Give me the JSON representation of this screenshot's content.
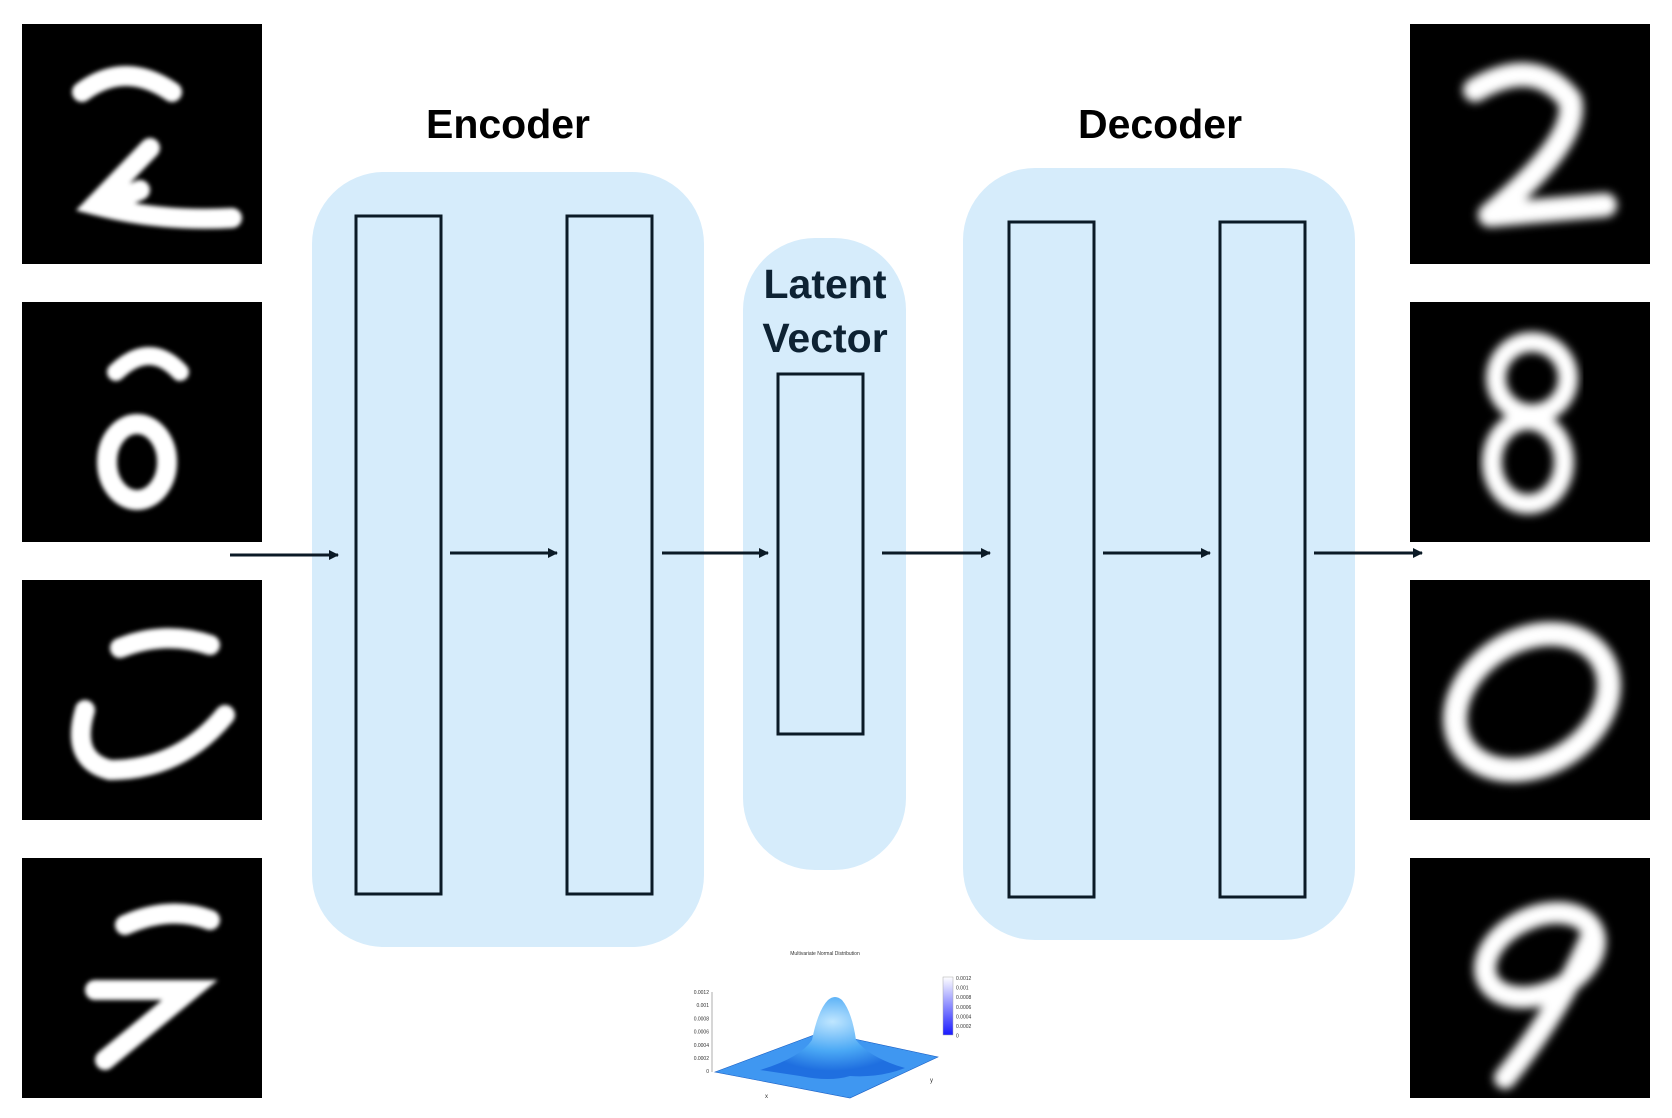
{
  "labels": {
    "encoder": "Encoder",
    "decoder": "Decoder",
    "latent_line1": "Latent",
    "latent_line2": "Vector"
  },
  "inputs": {
    "description": "noisy MNIST digits with an extra stroke above",
    "digits": [
      "2",
      "0",
      "5",
      "7"
    ]
  },
  "outputs": {
    "description": "reconstructed blurry MNIST digits",
    "digits": [
      "2",
      "8",
      "0",
      "9"
    ]
  },
  "distribution_plot": {
    "title": "Multivariate Normal Distribution",
    "z_ticks": [
      "0.0012",
      "0.001",
      "0.0008",
      "0.0006",
      "0.0004",
      "0.0002",
      "0"
    ],
    "colorbar_ticks": [
      "0.0012",
      "0.001",
      "0.0008",
      "0.0006",
      "0.0004",
      "0.0002",
      "0"
    ],
    "x_label": "x",
    "y_label": "y"
  },
  "colors": {
    "block_fill": "#d6ecfb",
    "layer_stroke": "#0b1a26",
    "arrow": "#0b1a26",
    "tile_bg": "#000000",
    "digit_stroke": "#ffffff",
    "surface": "#2a8cf0"
  }
}
